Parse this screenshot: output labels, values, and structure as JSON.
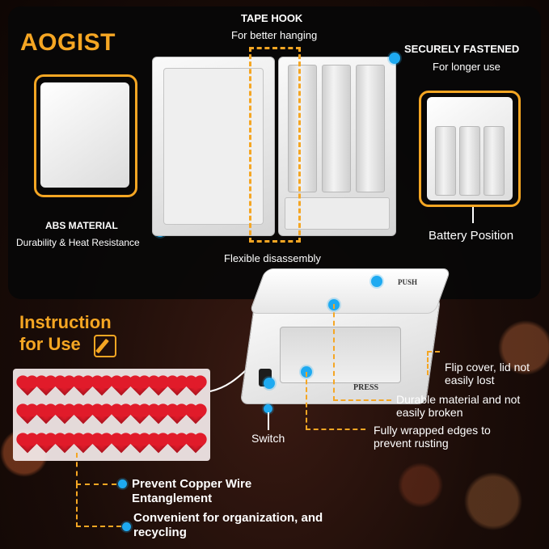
{
  "brand": "AOGIST",
  "top": {
    "tape_hook_title": "TAPE HOOK",
    "tape_hook_sub": "For better hanging",
    "secure_title": "SECURELY FASTENED",
    "secure_sub": "For longer use",
    "abs_title": "ABS MATERIAL",
    "abs_sub": "Durability & Heat Resistance",
    "battery_position": "Battery Position",
    "flexible": "Flexible disassembly"
  },
  "instruction": {
    "line1": "Instruction",
    "line2": "for Use"
  },
  "device": {
    "push": "PUSH",
    "press": "PRESS"
  },
  "callouts": {
    "flip_cover": "Flip cover, lid not easily lost",
    "durable": "Durable material and not easily broken",
    "wrapped": "Fully wrapped edges to prevent rusting",
    "switch": "Switch",
    "copper": "Prevent Copper Wire Entanglement",
    "convenient": "Convenient for organization, and recycling"
  },
  "colors": {
    "accent": "#f5a623",
    "dot": "#1eaaf1",
    "heart": "#e11b2a"
  }
}
